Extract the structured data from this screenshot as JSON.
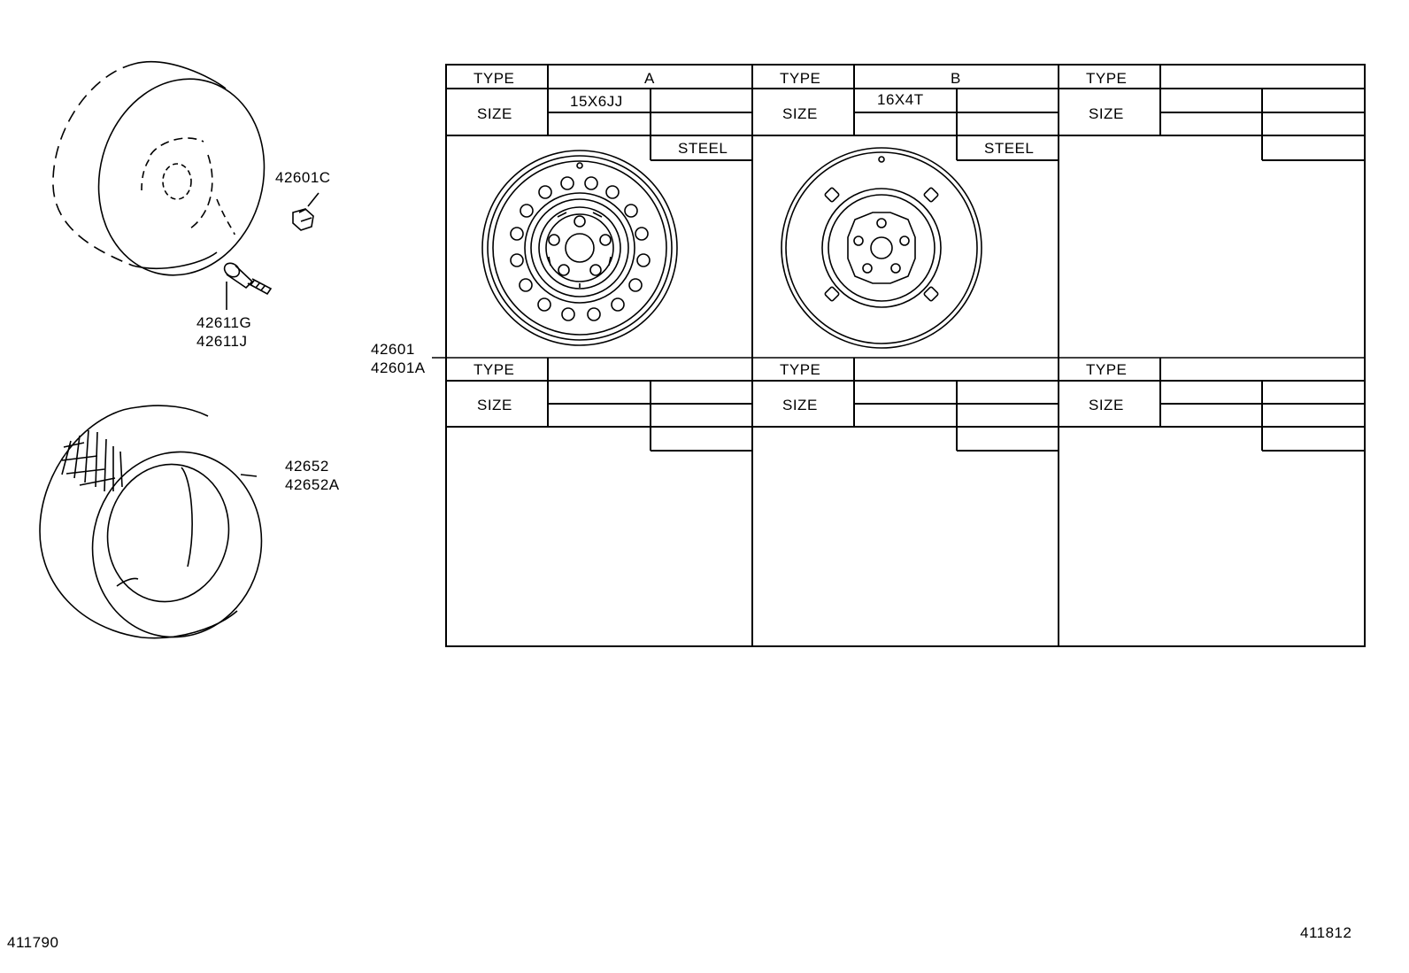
{
  "callouts": {
    "cap": "42601C",
    "valve_1": "42611G",
    "valve_2": "42611J",
    "wheel_1": "42601",
    "wheel_2": "42601A",
    "tire_1": "42652",
    "tire_2": "42652A"
  },
  "table": {
    "type_label": "TYPE",
    "size_label": "SIZE",
    "columns": [
      {
        "type": "A",
        "size": "15X6JJ",
        "material": "STEEL"
      },
      {
        "type": "B",
        "size": "16X4T",
        "material": "STEEL"
      },
      {
        "type": "",
        "size": "",
        "material": ""
      }
    ]
  },
  "footer": {
    "left_code": "411790",
    "right_code": "411812"
  }
}
